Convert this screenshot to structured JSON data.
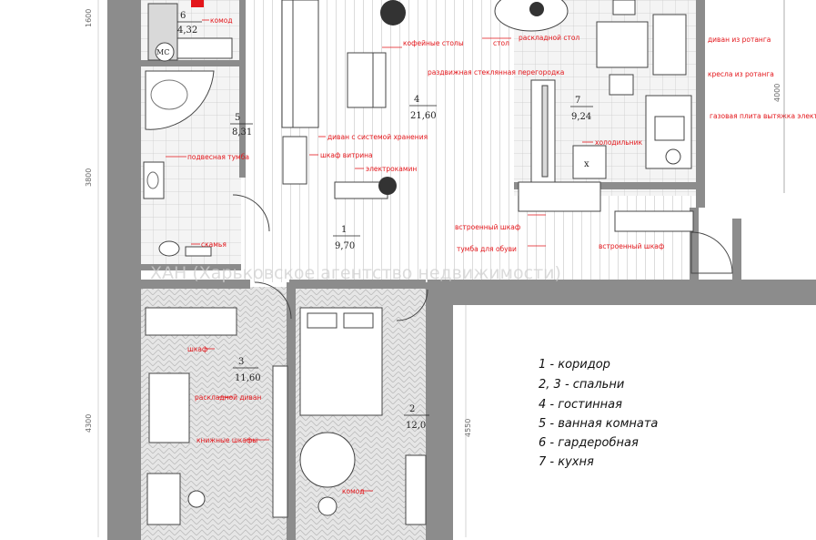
{
  "rooms": [
    {
      "id": "6",
      "area": "4,32"
    },
    {
      "id": "5",
      "area": "8,31"
    },
    {
      "id": "4",
      "area": "21,60"
    },
    {
      "id": "7",
      "area": "9,24"
    },
    {
      "id": "1",
      "area": "9,70"
    },
    {
      "id": "3",
      "area": "11,60"
    },
    {
      "id": "2",
      "area": "12,0"
    }
  ],
  "labels": {
    "komod_top": "комод",
    "ms": "МС",
    "kofe": "кофейные столы",
    "stol": "стол",
    "raskl_stol": "раскладной стол",
    "divan_rot": "диван из ротанга",
    "kresla_rot": "кресла из ротанга",
    "peregorodka": "раздвижная стеклянная перегородка",
    "gaz": "газовая плита вытяжка электро. духовойшкаф",
    "divan_hran": "диван с системой хранения",
    "podves_tumba": "подвесная тумба",
    "shkaf_vitrina": "шкаф витрина",
    "holodilnik": "холодильник",
    "elektrokamin": "электрокамин",
    "vstr_shkaf1": "встроенный шкаф",
    "tumba_obuv": "тумба для обуви",
    "vstr_shkaf2": "встроенный шкаф",
    "skamya": "скамья",
    "shkaf": "шкаф",
    "raskl_divan": "раскладной диван",
    "knizh": "книжные шкафы",
    "komod_bottom": "комод",
    "x_mark": "х"
  },
  "dimensions": {
    "d1600": "1600",
    "d3800": "3800",
    "d4300": "4300",
    "d4550": "4550",
    "d4000": "4000"
  },
  "legend": [
    "1 - коридор",
    "2, 3 - спальни",
    "4 - гостинная",
    "5 - ванная комната",
    "6 - гардеробная",
    "7 -  кухня"
  ],
  "watermark": "ХАН (Харьковское агентство недвижимости)"
}
